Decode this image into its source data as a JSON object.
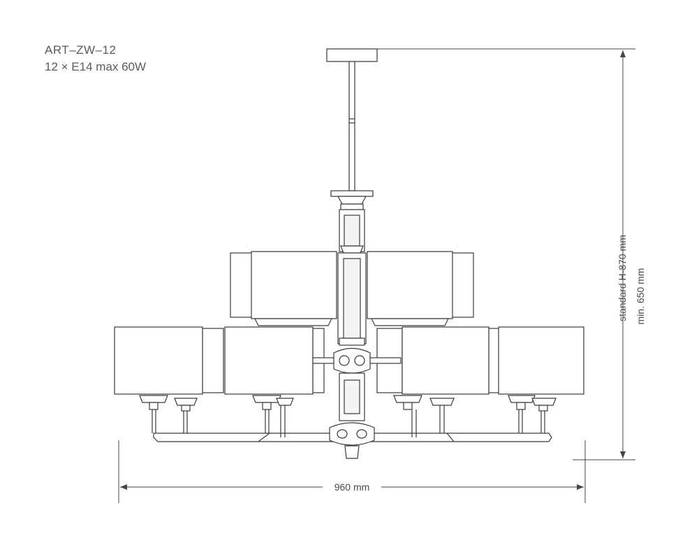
{
  "header": {
    "model_code": "ART–ZW–12",
    "spec": "12 × E14 max 60W"
  },
  "dimensions": {
    "width_label": "960 mm",
    "height_standard_label": "standard H-870 mm",
    "height_min_label": "min. 650 mm"
  },
  "colors": {
    "line": "#3a3a3a",
    "shade_fill": "#ffffff",
    "dim_line": "#444444"
  }
}
